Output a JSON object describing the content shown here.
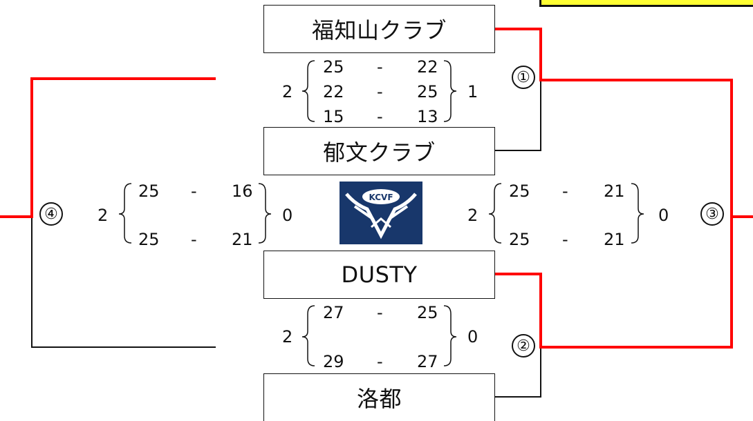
{
  "teams": {
    "fukuchiyama": "福知山クラブ",
    "ikubun": "郁文クラブ",
    "dusty": "DUSTY",
    "rakuto": "洛都"
  },
  "logo": {
    "text": "KCVF",
    "color": "#18376b"
  },
  "colors": {
    "winner_line": "#ff0000",
    "loser_line": "#111111",
    "banner": "#ffff33"
  },
  "matches": {
    "m1": {
      "number": "①",
      "sets_left": "2",
      "sets_right": "1",
      "scores": [
        [
          "25",
          "22"
        ],
        [
          "22",
          "25"
        ],
        [
          "15",
          "13"
        ]
      ]
    },
    "m2": {
      "number": "②",
      "sets_left": "2",
      "sets_right": "0",
      "scores": [
        [
          "27",
          "25"
        ],
        [
          "29",
          "27"
        ]
      ]
    },
    "m3": {
      "number": "③",
      "sets_left": "2",
      "sets_right": "0",
      "scores": [
        [
          "25",
          "21"
        ],
        [
          "25",
          "21"
        ]
      ]
    },
    "m4": {
      "number": "④",
      "sets_left": "2",
      "sets_right": "0",
      "scores": [
        [
          "25",
          "16"
        ],
        [
          "25",
          "21"
        ]
      ]
    }
  },
  "dash": "-"
}
